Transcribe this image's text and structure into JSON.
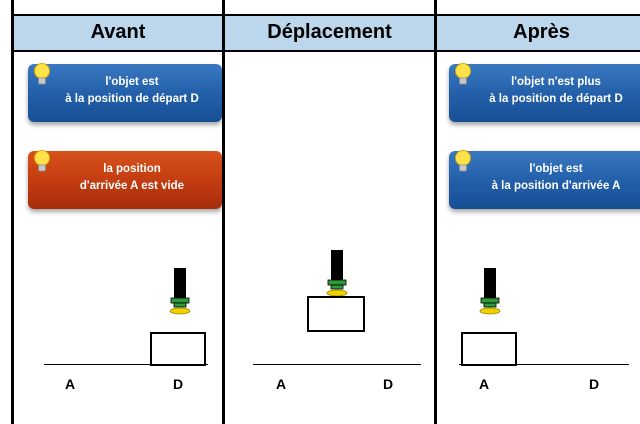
{
  "panels": [
    {
      "id": "avant",
      "title": "Avant",
      "notes": [
        {
          "color": "blue",
          "line1": "l'objet est",
          "line2": "à la position de départ D"
        },
        {
          "color": "red",
          "line1": "la position",
          "line2": "d'arrivée A est vide"
        }
      ],
      "positions": [
        "A",
        "D"
      ]
    },
    {
      "id": "deplacement",
      "title": "Déplacement",
      "notes": [],
      "positions": [
        "A",
        "D"
      ]
    },
    {
      "id": "apres",
      "title": "Après",
      "notes": [
        {
          "color": "blue",
          "line1": "l'objet n'est plus",
          "line2": "à la position de départ D"
        },
        {
          "color": "blue",
          "line1": "l'objet est",
          "line2": "à la position d'arrivée A"
        }
      ],
      "positions": [
        "A",
        "D"
      ]
    }
  ],
  "colors": {
    "header_bg": "#bcd7ec",
    "note_blue": "#225ea8",
    "note_red": "#c23a10",
    "gripper_green": "#2e9a3a",
    "gripper_yellow": "#f0d200"
  },
  "icons": [
    "lightbulb-icon",
    "gripper-icon"
  ]
}
